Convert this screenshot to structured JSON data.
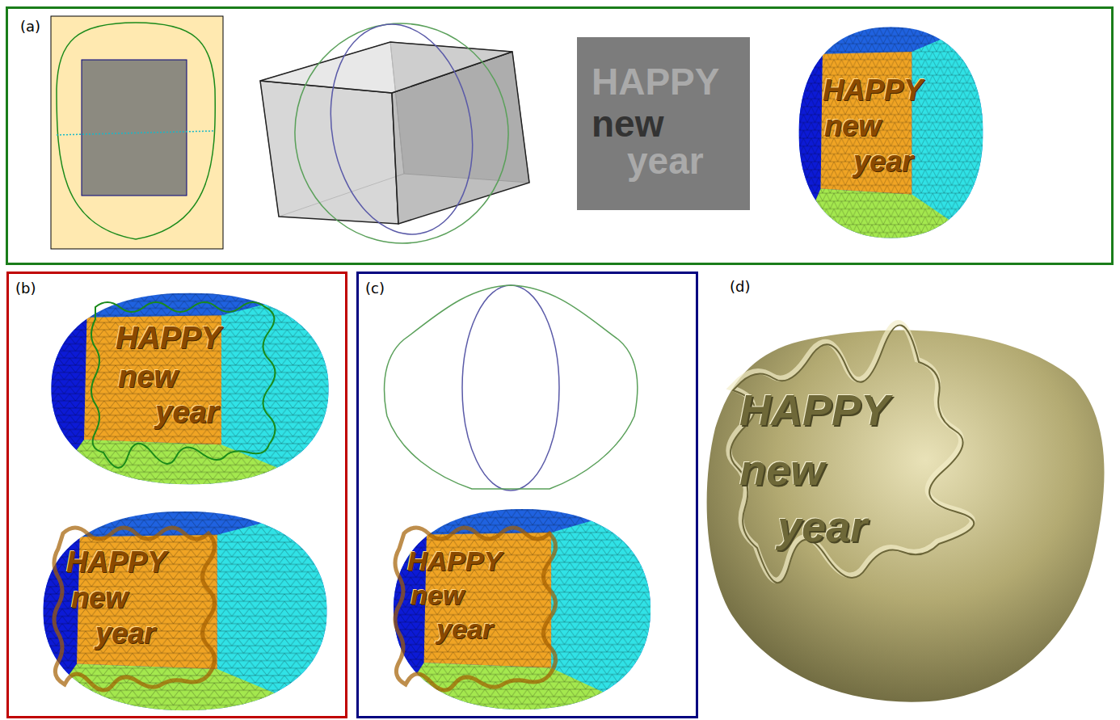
{
  "diagram": {
    "nodes": [
      {
        "text": [
          "(a)"
        ]
      },
      {
        "text": [
          "HAPPY",
          "new",
          "year"
        ],
        "in": 0
      },
      {
        "text": [
          "(b)"
        ]
      },
      {
        "text": [
          "(c)"
        ]
      }
    ],
    "labels": [
      "(d)",
      "HAPPY",
      "new",
      "year",
      "HAPPY",
      "new",
      "year",
      "HAPPY",
      "new",
      "year",
      "HAPPY",
      "new",
      "year",
      "HAPPY",
      "new",
      "year"
    ]
  }
}
